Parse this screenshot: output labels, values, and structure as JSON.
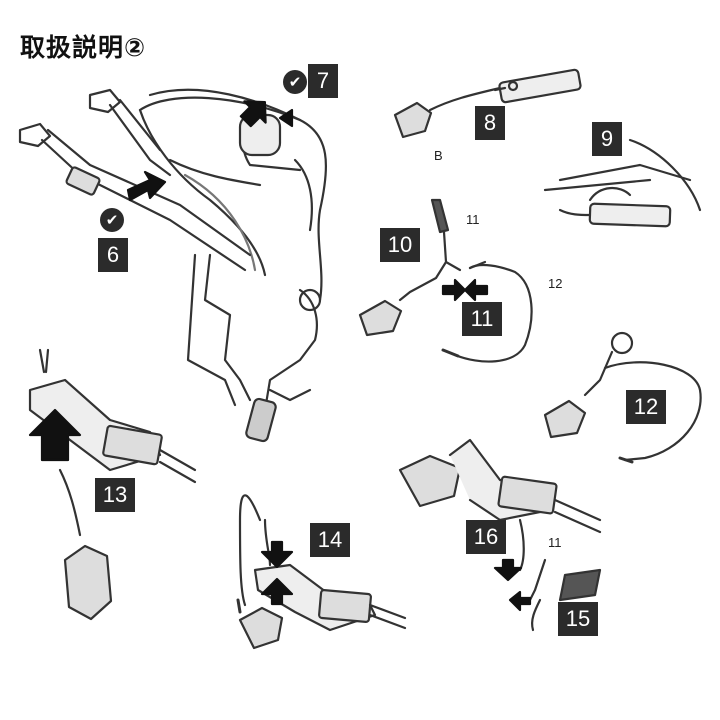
{
  "title": "取扱説明②",
  "steps": {
    "s6": "6",
    "s7": "7",
    "s8": "8",
    "s9": "9",
    "s10": "10",
    "s11": "11",
    "s12": "12",
    "s13": "13",
    "s14": "14",
    "s15": "15",
    "s16": "16"
  },
  "labels": {
    "part_b": "B",
    "part_11_top": "11",
    "part_12": "12",
    "part_11_bottom": "11"
  },
  "check_mark": "✔"
}
